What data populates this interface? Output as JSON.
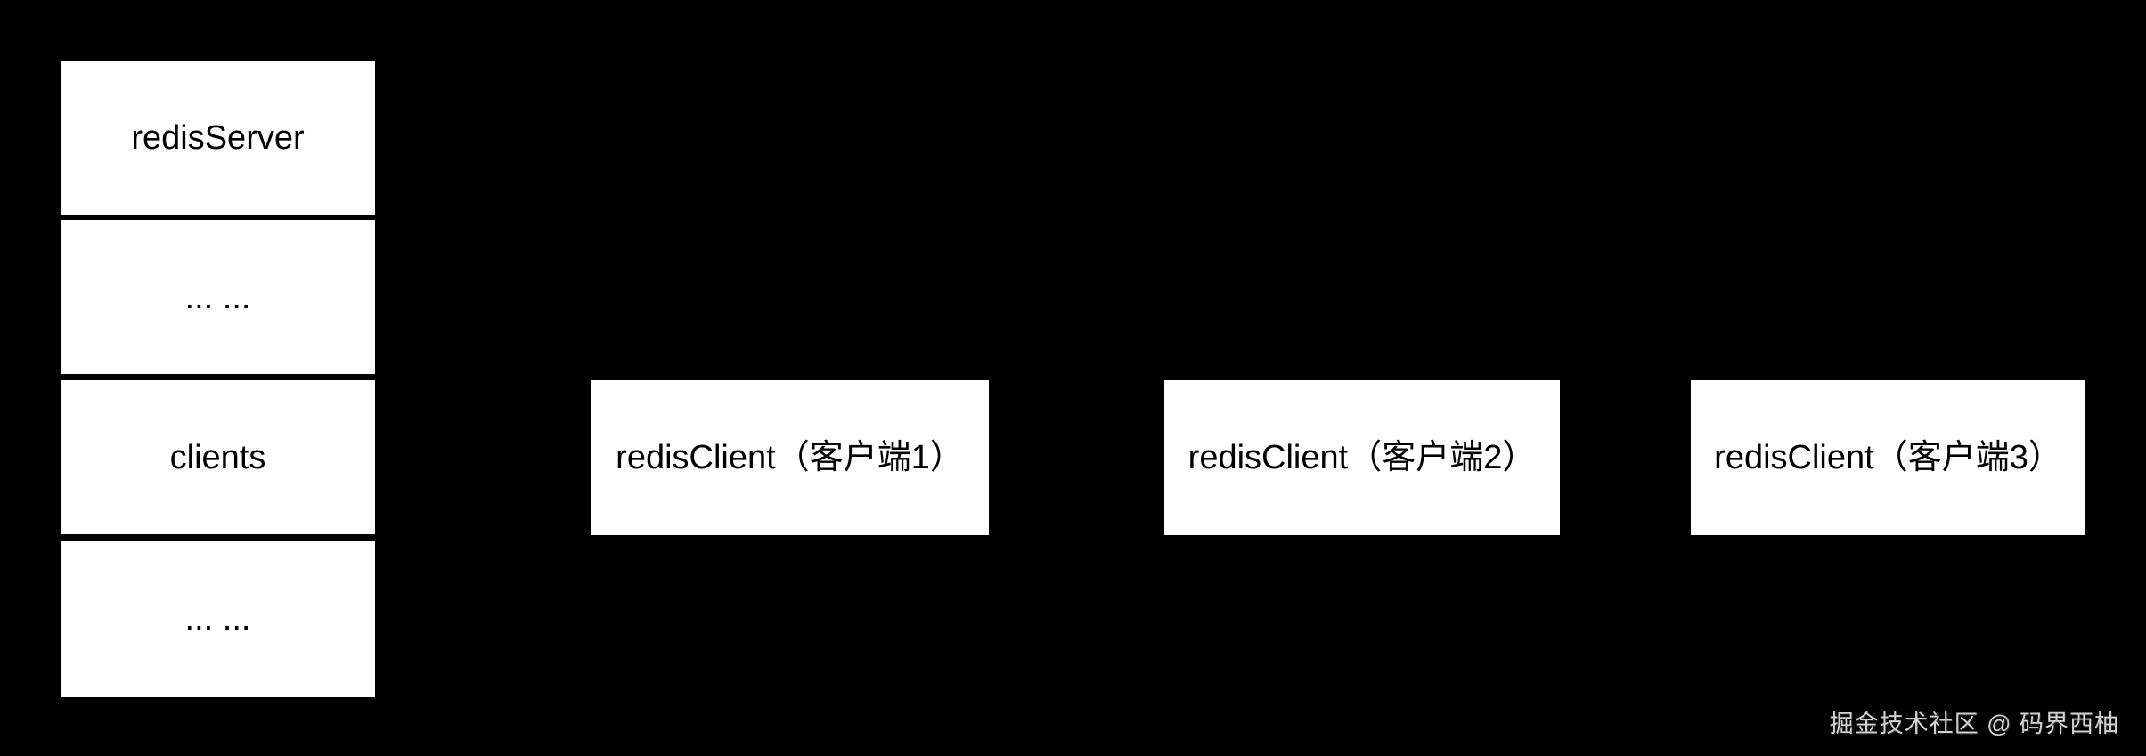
{
  "canvas": {
    "background_color": "#000000",
    "box_fill_color": "#ffffff",
    "box_text_color": "#000000",
    "watermark_text_color": "#d0d0d0",
    "watermark_block_color": "#6e6e6e"
  },
  "diagram": {
    "server_stack": {
      "items": [
        {
          "label": "redisServer"
        },
        {
          "label": "... ..."
        },
        {
          "label": "clients"
        },
        {
          "label": "... ..."
        }
      ]
    },
    "clients": [
      {
        "label": "redisClient（客户端1）"
      },
      {
        "label": "redisClient（客户端2）"
      },
      {
        "label": "redisClient（客户端3）"
      }
    ]
  },
  "watermark": {
    "text": "掘金技术社区 @ 码界西柚"
  }
}
